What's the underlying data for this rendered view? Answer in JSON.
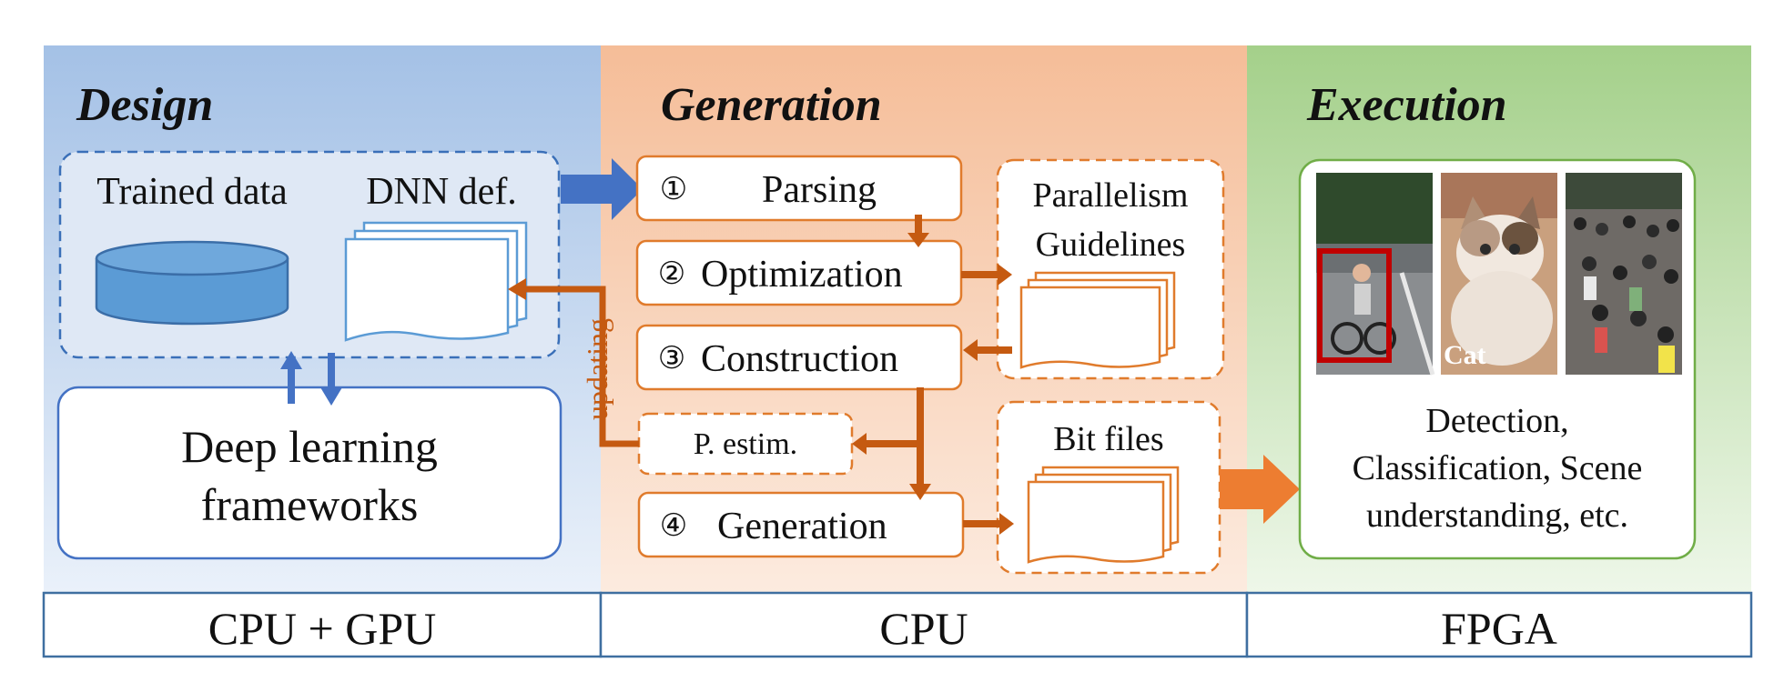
{
  "colors": {
    "design_accent": "#4472c4",
    "generation_accent": "#e07b2c",
    "execution_accent": "#70ad47",
    "annotation_box": "#c00000"
  },
  "sections": {
    "design": {
      "title": "Design",
      "hardware": "CPU + GPU",
      "inputs": [
        "Trained data",
        "DNN def."
      ],
      "framework_line1": "Deep learning",
      "framework_line2": "frameworks"
    },
    "generation": {
      "title": "Generation",
      "hardware": "CPU",
      "steps": [
        {
          "num": "①",
          "label": "Parsing"
        },
        {
          "num": "②",
          "label": "Optimization"
        },
        {
          "num": "③",
          "label": "Construction"
        },
        {
          "num": "④",
          "label": "Generation"
        }
      ],
      "estimator": "P. estim.",
      "feedback_label": "updating",
      "guidelines_line1": "Parallelism",
      "guidelines_line2": "Guidelines",
      "bit_files": "Bit files"
    },
    "execution": {
      "title": "Execution",
      "hardware": "FPGA",
      "image_label": "Cat",
      "tasks_line1": "Detection,",
      "tasks_line2": "Classification, Scene",
      "tasks_line3": "understanding, etc."
    }
  }
}
